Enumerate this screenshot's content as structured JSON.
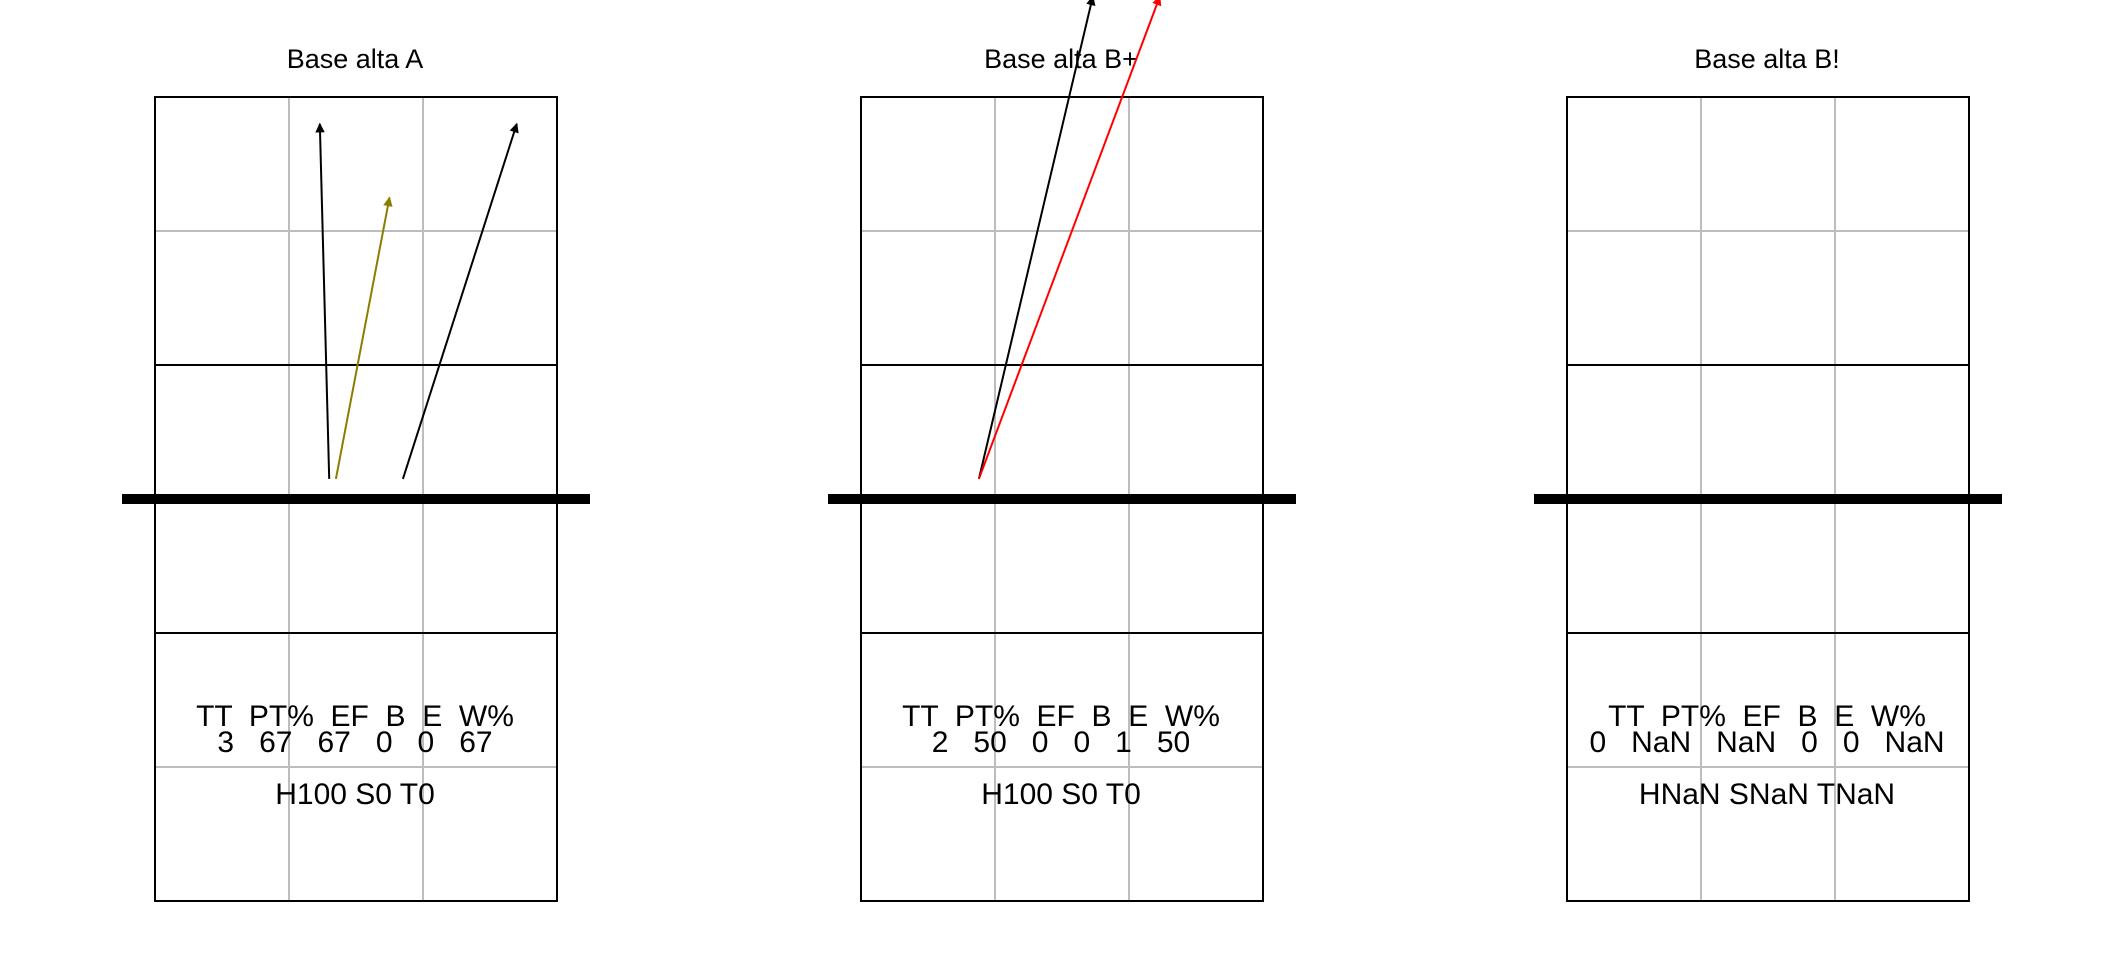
{
  "chart_data": [
    {
      "type": "arrow-court",
      "title": "Base alta A",
      "stats_header": "TT  PT%  EF  B  E  W%",
      "stats_values": "3   67   67   0   0   67",
      "stats_footer": "H100 S0 T0",
      "arrows": [
        {
          "from": [
            1.3,
            3.15
          ],
          "to": [
            1.23,
            5.8
          ],
          "color": "#000000"
        },
        {
          "from": [
            1.35,
            3.15
          ],
          "to": [
            1.75,
            5.25
          ],
          "color": "#8b7d00"
        },
        {
          "from": [
            1.85,
            3.15
          ],
          "to": [
            2.7,
            5.8
          ],
          "color": "#000000"
        }
      ]
    },
    {
      "type": "arrow-court",
      "title": "Base alta B+",
      "stats_header": "TT  PT%  EF  B  E  W%",
      "stats_values": "2   50   0   0   1   50",
      "stats_footer": "H100 S0 T0",
      "arrows": [
        {
          "from": [
            0.88,
            3.15
          ],
          "to": [
            1.73,
            6.75
          ],
          "color": "#000000"
        },
        {
          "from": [
            0.88,
            3.15
          ],
          "to": [
            2.23,
            6.75
          ],
          "color": "#ff0000"
        }
      ]
    },
    {
      "type": "arrow-court",
      "title": "Base alta B!",
      "stats_header": "TT  PT%  EF  B  E  W%",
      "stats_values": "0   NaN   NaN   0   0   NaN",
      "stats_footer": "HNaN SNaN TNaN",
      "arrows": []
    }
  ]
}
